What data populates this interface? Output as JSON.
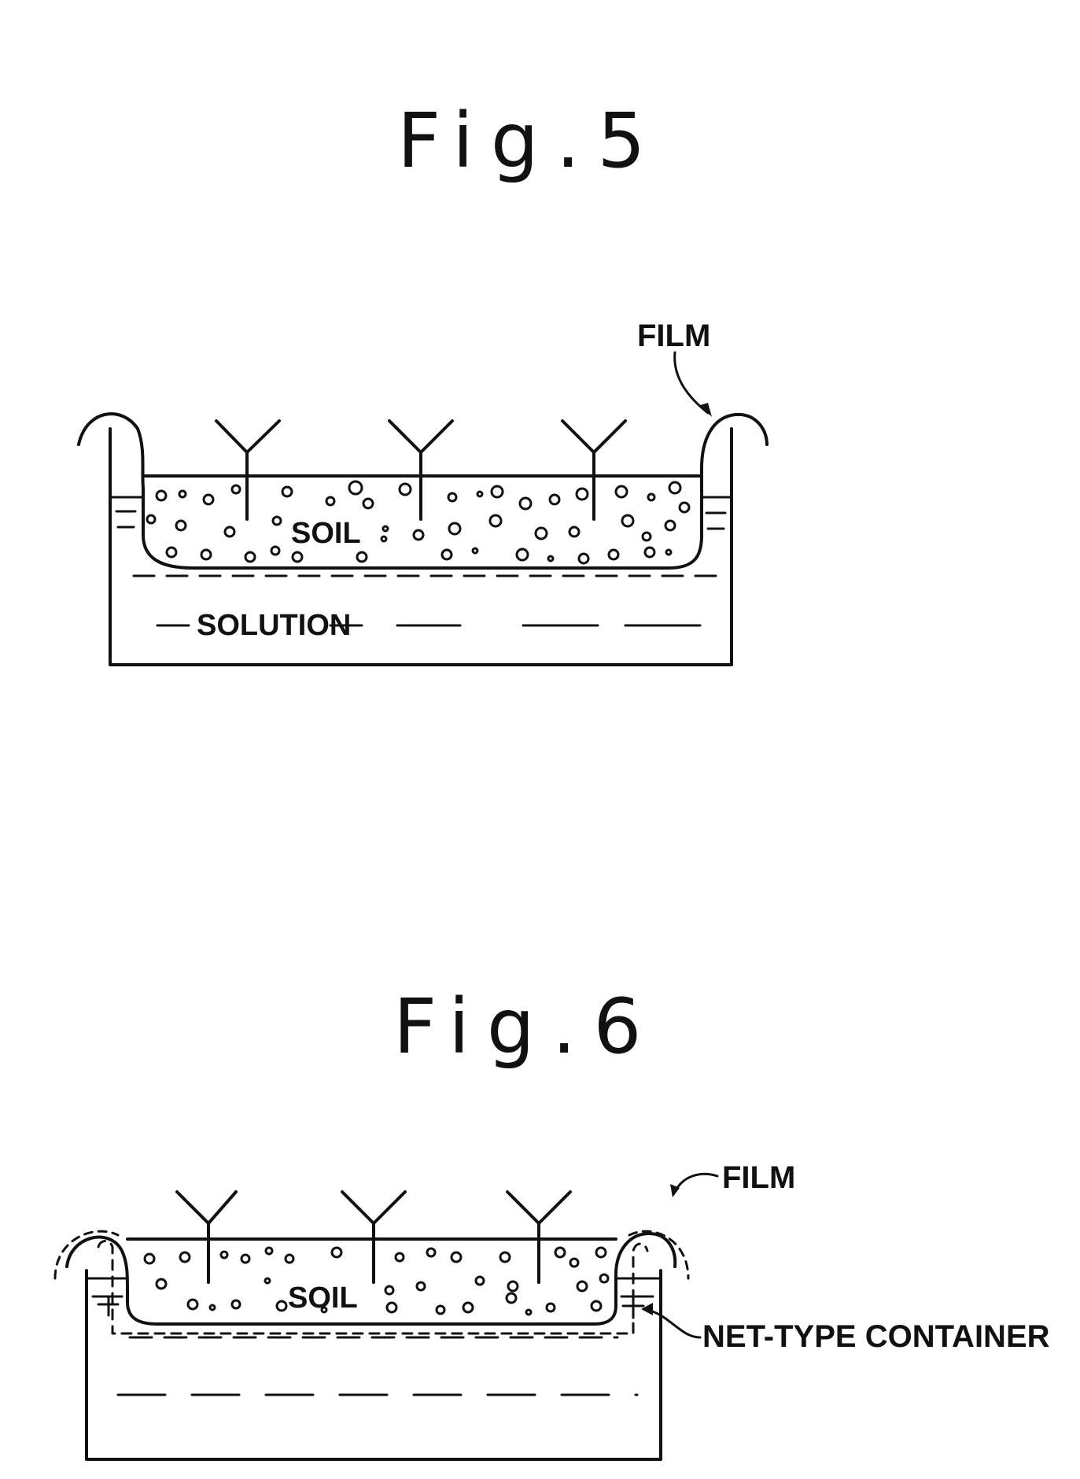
{
  "fig5": {
    "title": "Fig.5",
    "labels": {
      "film": "FILM",
      "soil": "SOIL",
      "solution": "SOLUTION"
    }
  },
  "fig6": {
    "title": "Fig.6",
    "labels": {
      "film": "FILM",
      "soil": "SOIL",
      "net_container": "NET-TYPE CONTAINER"
    }
  }
}
